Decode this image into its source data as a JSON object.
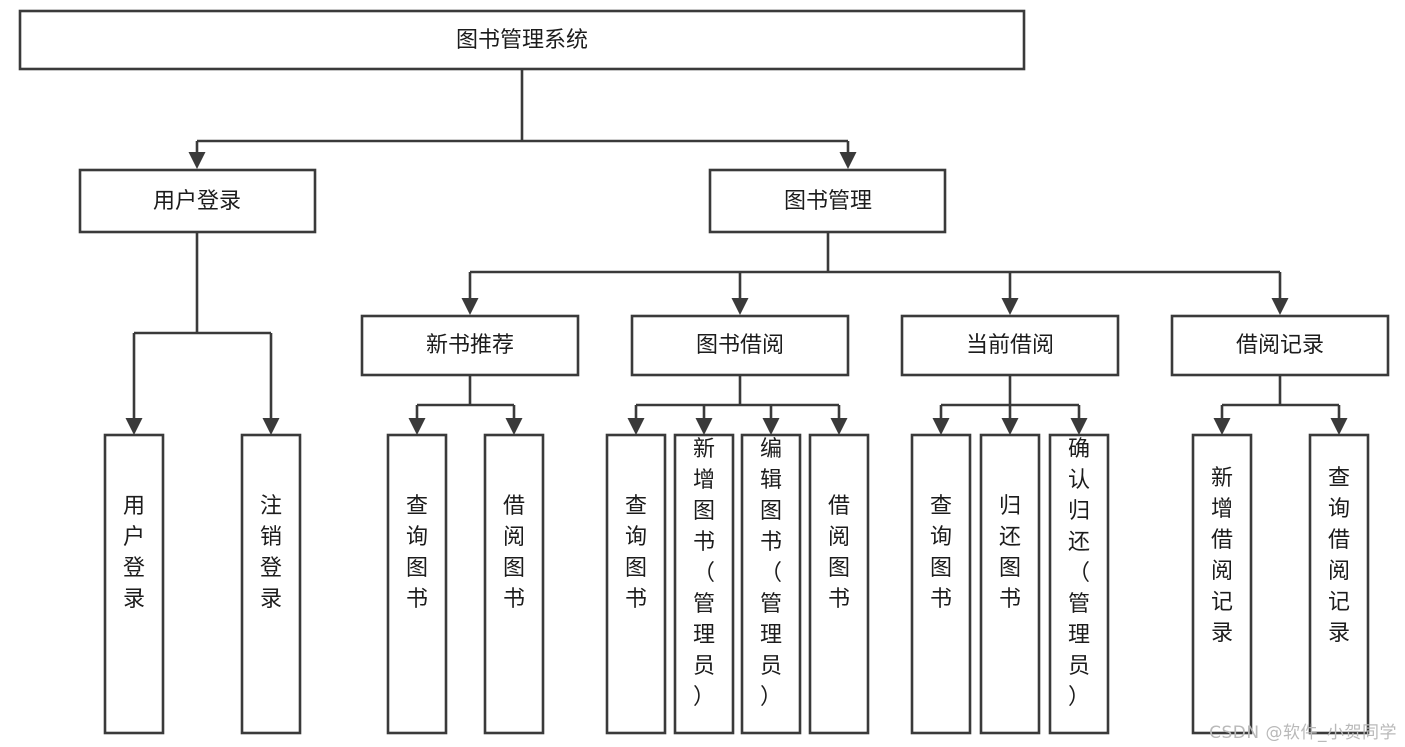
{
  "diagram": {
    "type": "tree",
    "orientation": "top-down",
    "title": "图书管理系统",
    "colors": {
      "stroke": "#3a3a3a",
      "fill": "#ffffff",
      "text": "#1c1c1c",
      "watermark": "#b9b9b9",
      "background": "#ffffff"
    },
    "root": {
      "label": "图书管理系统"
    },
    "level2": [
      {
        "label": "用户登录"
      },
      {
        "label": "图书管理"
      }
    ],
    "level3": [
      {
        "label": "新书推荐"
      },
      {
        "label": "图书借阅"
      },
      {
        "label": "当前借阅"
      },
      {
        "label": "借阅记录"
      }
    ],
    "leaves": {
      "user_login": [
        {
          "label": "用户登录"
        },
        {
          "label": "注销登录"
        }
      ],
      "new_book_recommend": [
        {
          "label": "查询图书"
        },
        {
          "label": "借阅图书"
        }
      ],
      "book_borrow": [
        {
          "label": "查询图书"
        },
        {
          "label": "新增图书（管理员）"
        },
        {
          "label": "编辑图书（管理员）"
        },
        {
          "label": "借阅图书"
        }
      ],
      "current_borrow": [
        {
          "label": "查询图书"
        },
        {
          "label": "归还图书"
        },
        {
          "label": "确认归还（管理员）"
        }
      ],
      "borrow_record": [
        {
          "label": "新增借阅记录"
        },
        {
          "label": "查询借阅记录"
        }
      ]
    }
  },
  "watermark": {
    "text": "CSDN @软件_小贺同学"
  }
}
